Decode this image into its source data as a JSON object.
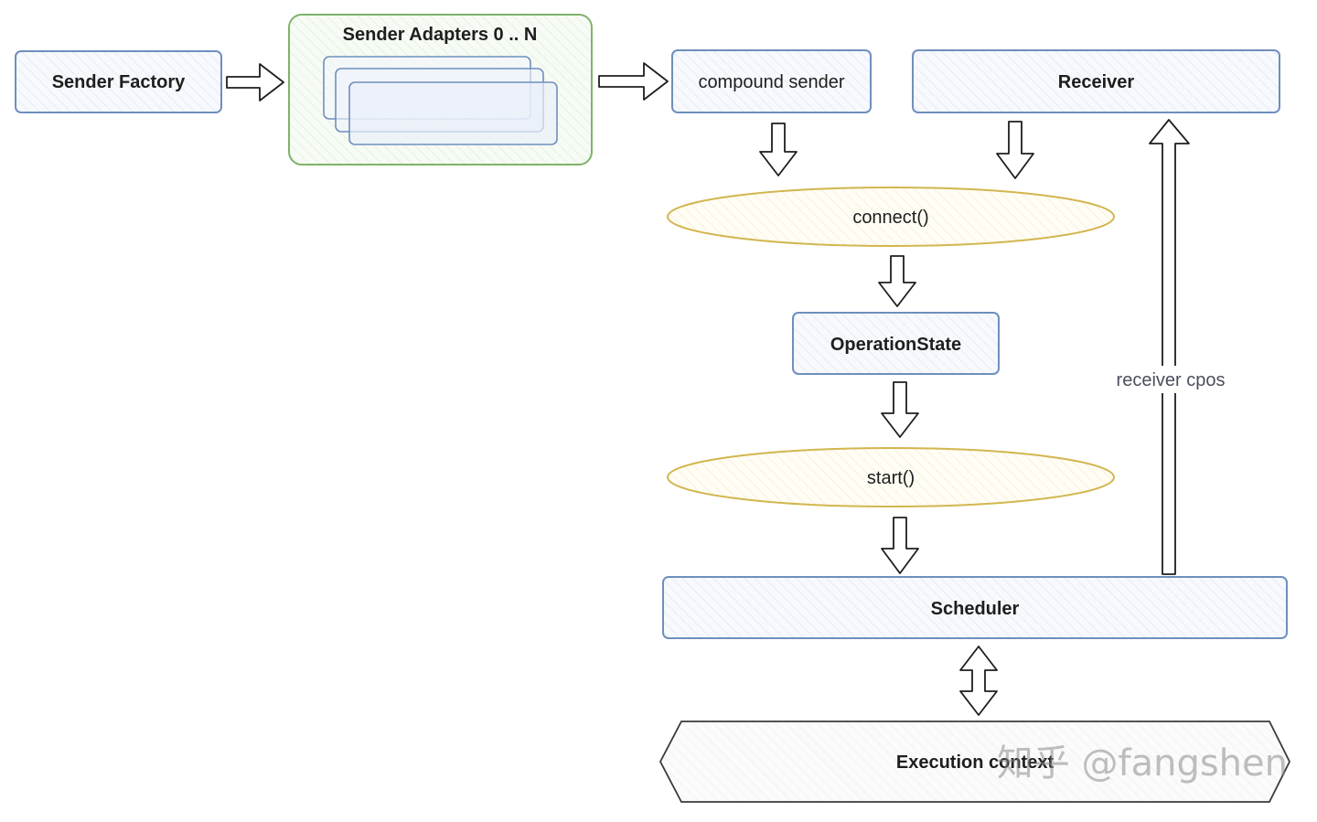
{
  "nodes": {
    "sender_factory": "Sender Factory",
    "sender_adapters": "Sender Adapters 0 .. N",
    "compound_sender": "compound sender",
    "receiver": "Receiver",
    "connect": "connect()",
    "operation_state": "OperationState",
    "start": "start()",
    "scheduler": "Scheduler",
    "execution_context": "Execution context"
  },
  "edges": {
    "receiver_cpos_label": "receiver cpos"
  },
  "watermark": "知乎 @fangshen",
  "colors": {
    "blue_stroke": "#6f8fbd",
    "green_stroke": "#7fb36a",
    "yellow_stroke": "#d2b64f",
    "text": "#1e1e1e"
  }
}
